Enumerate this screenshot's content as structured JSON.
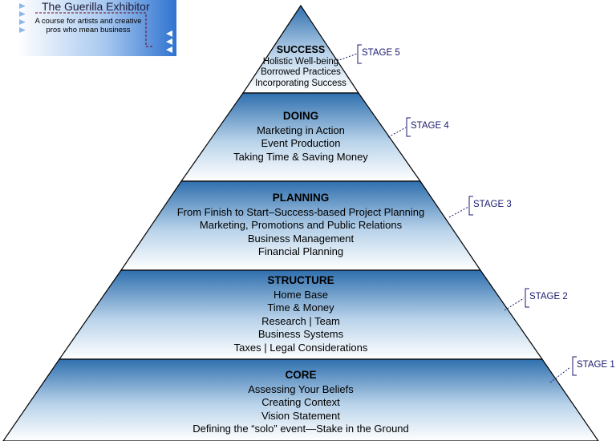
{
  "logo": {
    "title": "The Guerilla Exhibitor",
    "subtitle": "A course for artists and creative pros who mean business"
  },
  "tiers": [
    {
      "title": "SUCCESS",
      "lines": [
        "Holistic Well-being",
        "Borrowed Practices",
        "Incorporating Success"
      ],
      "stage": "STAGE 5"
    },
    {
      "title": "DOING",
      "lines": [
        "Marketing in Action",
        "Event Production",
        "Taking Time & Saving Money"
      ],
      "stage": "STAGE 4"
    },
    {
      "title": "PLANNING",
      "lines": [
        "From Finish to Start–Success-based Project Planning",
        "Marketing, Promotions and Public Relations",
        "Business Management",
        "Financial Planning"
      ],
      "stage": "STAGE 3"
    },
    {
      "title": "STRUCTURE",
      "lines": [
        "Home Base",
        "Time & Money",
        "Research | Team",
        "Business Systems",
        "Taxes | Legal Considerations"
      ],
      "stage": "STAGE 2"
    },
    {
      "title": "CORE",
      "lines": [
        "Assessing Your Beliefs",
        "Creating Context",
        "Vision Statement",
        "Defining the “solo” event—Stake in the Ground"
      ],
      "stage": "STAGE 1"
    }
  ],
  "colors": {
    "tier_dark": "#2f6fae",
    "tier_light": "#ffffff",
    "stage_text": "#1a1a6e",
    "logo_blue": "#3b7fd6"
  }
}
